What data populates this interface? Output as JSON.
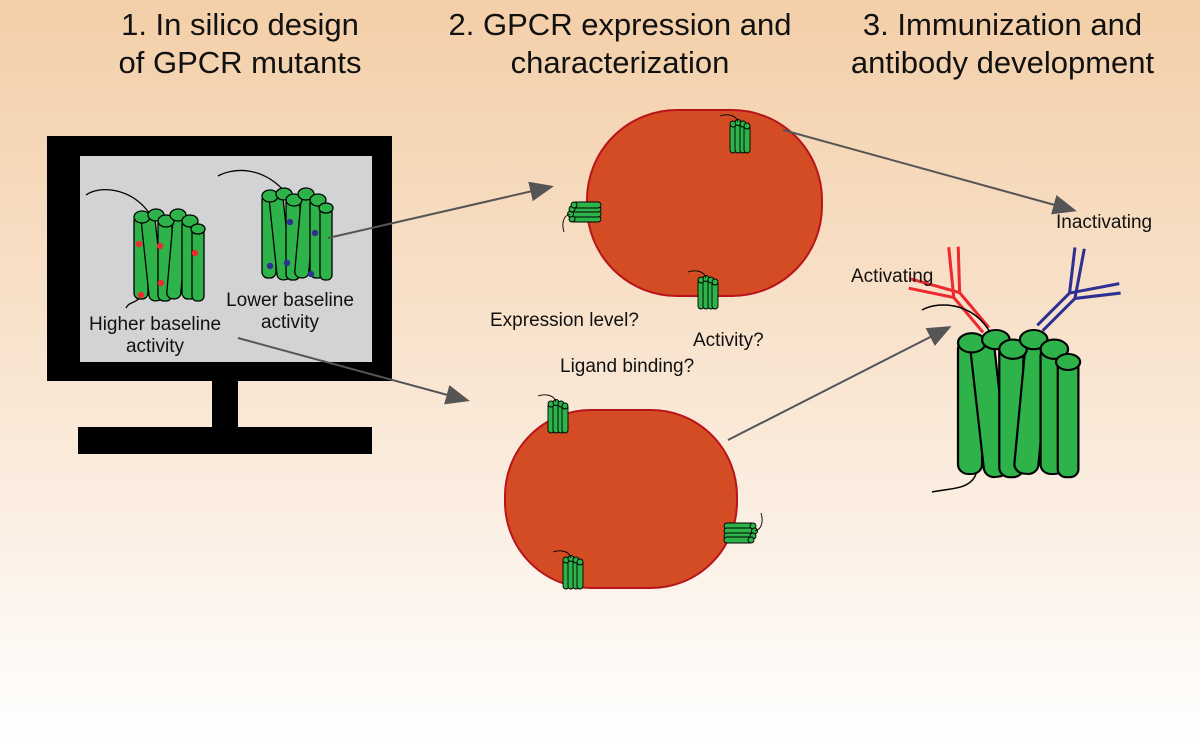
{
  "steps": [
    {
      "title": "1. In silico design\nof GPCR mutants"
    },
    {
      "title": "2. GPCR expression and\ncharacterization"
    },
    {
      "title": "3. Immunization and\nantibody development"
    }
  ],
  "labels": {
    "higher_baseline": "Higher baseline\nactivity",
    "lower_baseline": "Lower baseline\nactivity",
    "expression_level": "Expression level?",
    "activity_q": "Activity?",
    "ligand_binding": "Ligand binding?",
    "activating": "Activating",
    "inactivating": "Inactivating"
  },
  "colors": {
    "receptor_green": "#2db34a",
    "cell_orange": "#d44c24",
    "activating_red": "#ee2a2f",
    "inactivating_blue": "#2e3192",
    "arrow_gray": "#555555"
  }
}
